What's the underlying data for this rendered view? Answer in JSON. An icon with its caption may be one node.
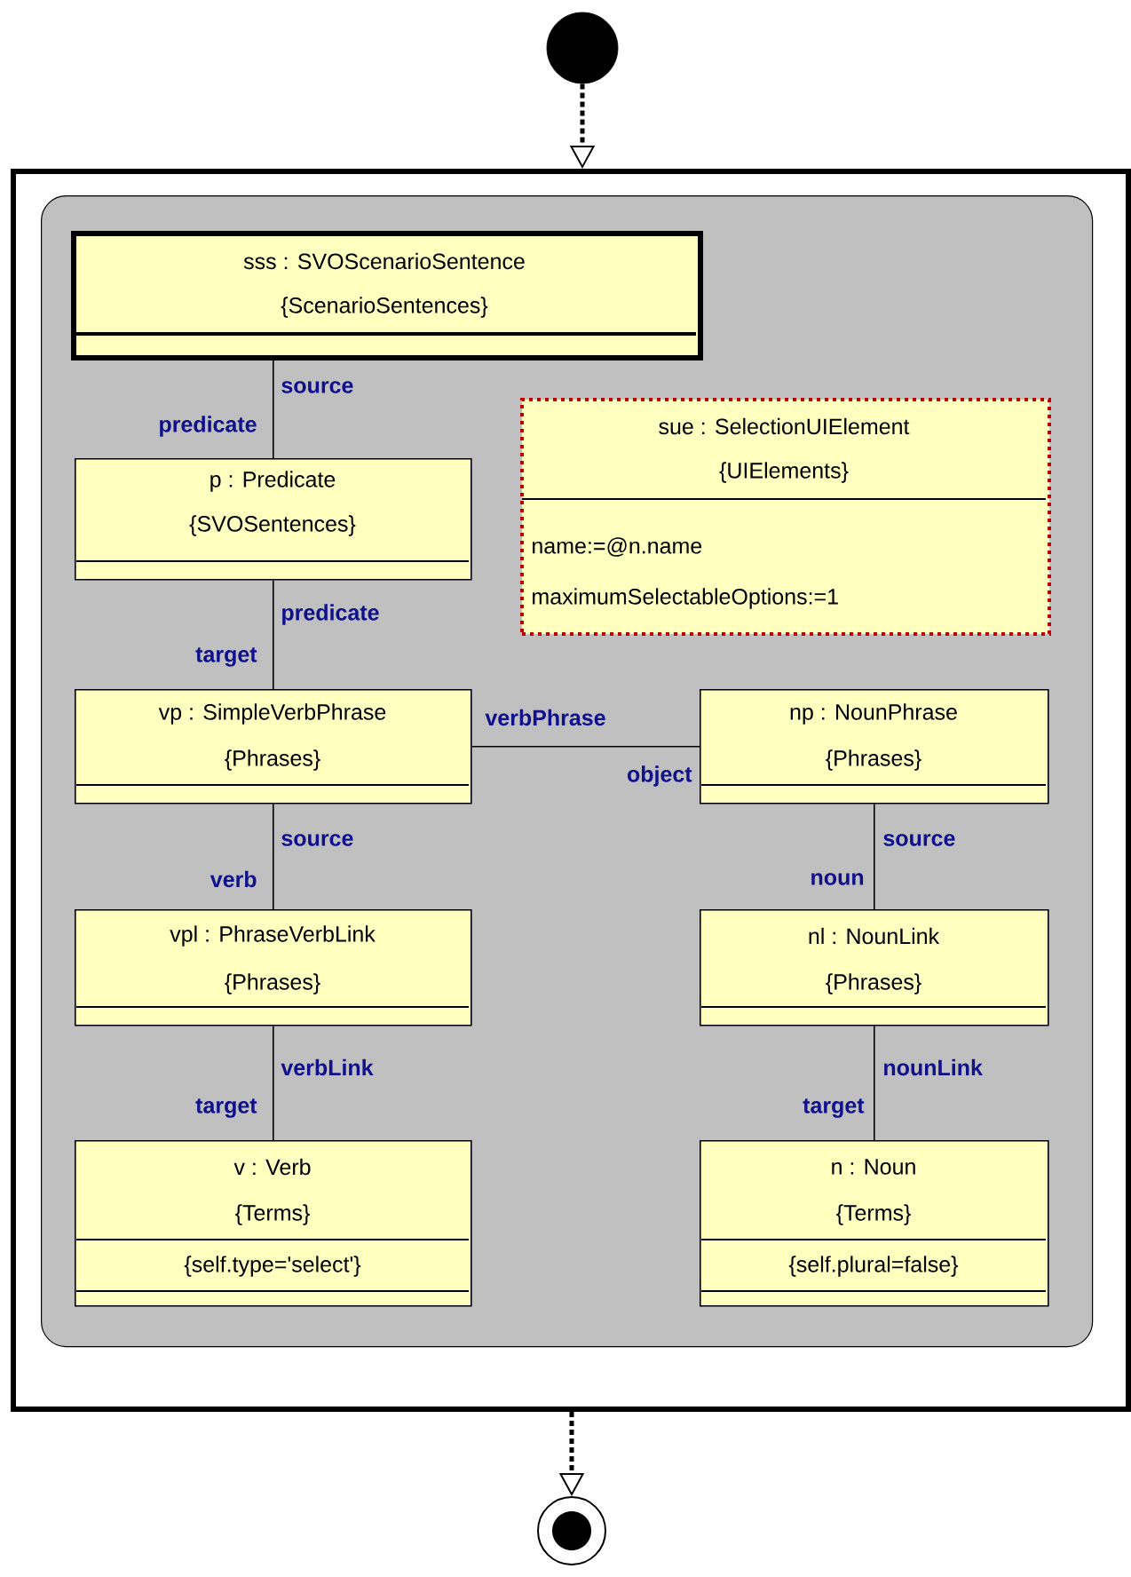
{
  "diagram": {
    "nodes": [
      {
        "text": [],
        "shape": "circle"
      },
      {
        "text": [],
        "shape": "box"
      },
      {
        "text": [],
        "shape": "box",
        "in": 1
      },
      {
        "text": [
          "sss : SVOScenarioSentence",
          "{ScenarioSentences}"
        ],
        "in": 2
      },
      {
        "text": [
          "sue : SelectionUIElement",
          "{UIElements}",
          "name:=@n.name",
          "maximumSelectableOptions:=1"
        ],
        "in": 2
      },
      {
        "text": [
          "p : Predicate",
          "{SVOSentences}"
        ],
        "in": 2
      },
      {
        "text": [
          "vp : SimpleVerbPhrase",
          "{Phrases}"
        ],
        "in": 2
      },
      {
        "text": [
          "np : NounPhrase",
          "{Phrases}"
        ],
        "in": 2
      },
      {
        "text": [
          "vpl : PhraseVerbLink",
          "{Phrases}"
        ],
        "in": 2
      },
      {
        "text": [
          "nl : NounLink",
          "{Phrases}"
        ],
        "in": 2
      },
      {
        "text": [
          "v : Verb",
          "{Terms}",
          "{self.type='select'}"
        ],
        "in": 2
      },
      {
        "text": [
          "n : Noun",
          "{Terms}",
          "{self.plural=false}"
        ],
        "in": 2
      },
      {
        "text": [],
        "shape": "circle"
      }
    ],
    "edges": [
      {
        "from": 0,
        "to": 1,
        "arrow": "to",
        "style": "dashed"
      },
      {
        "from": 3,
        "to": 5,
        "arrow": "none"
      },
      {
        "from": 5,
        "to": 6,
        "arrow": "none"
      },
      {
        "from": 6,
        "to": 7,
        "arrow": "none"
      },
      {
        "from": 6,
        "to": 8,
        "arrow": "none"
      },
      {
        "from": 7,
        "to": 9,
        "arrow": "none"
      },
      {
        "from": 8,
        "to": 10,
        "arrow": "none"
      },
      {
        "from": 9,
        "to": 11,
        "arrow": "none"
      },
      {
        "from": 1,
        "to": 12,
        "arrow": "to",
        "style": "dashed"
      }
    ],
    "labels": [
      "source",
      "predicate",
      "predicate",
      "target",
      "verbPhrase",
      "object",
      "source",
      "source",
      "verb",
      "noun",
      "verbLink",
      "nounLink",
      "target",
      "target"
    ]
  }
}
